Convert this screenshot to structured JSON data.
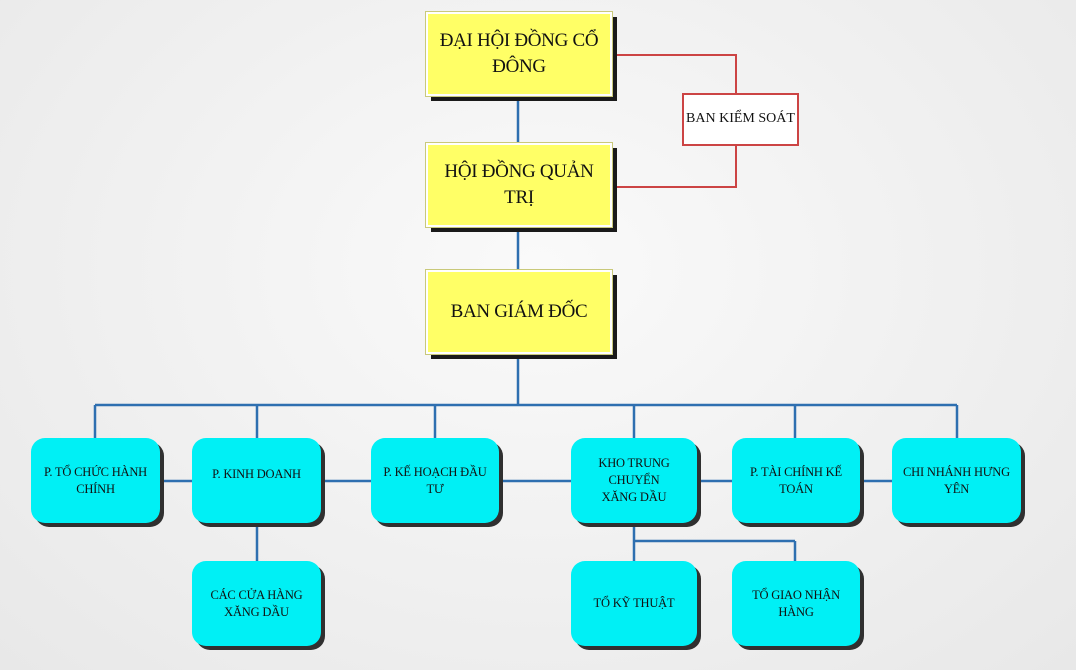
{
  "diagram": {
    "top": {
      "general_meeting": "ĐẠI HỘI ĐỒNG CỔ ĐÔNG",
      "board": "HỘI ĐỒNG QUẢN TRỊ",
      "directors": "BAN GIÁM ĐỐC"
    },
    "control": "BAN KIỂM SOÁT",
    "departments": {
      "admin": "P. TỔ CHỨC HÀNH CHÍNH",
      "business": "P. KINH DOANH",
      "planning": "P. KẾ HOẠCH ĐẦU TƯ",
      "depot_line1": "KHO TRUNG CHUYỂN",
      "depot_line2": "XĂNG DẦU",
      "finance": "P. TÀI CHÍNH KẾ TOÁN",
      "branch": "CHI NHÁNH HƯNG YÊN"
    },
    "sub_units": {
      "stores": "CÁC CỬA HÀNG XĂNG DẦU",
      "technical": "TỔ KỸ THUẬT",
      "delivery": "TỔ GIAO NHẬN HÀNG"
    },
    "colors": {
      "top_fill": "#ffff66",
      "dept_fill": "#00f0f5",
      "main_line": "#2e6fb0",
      "control_line": "#cc4444"
    }
  }
}
